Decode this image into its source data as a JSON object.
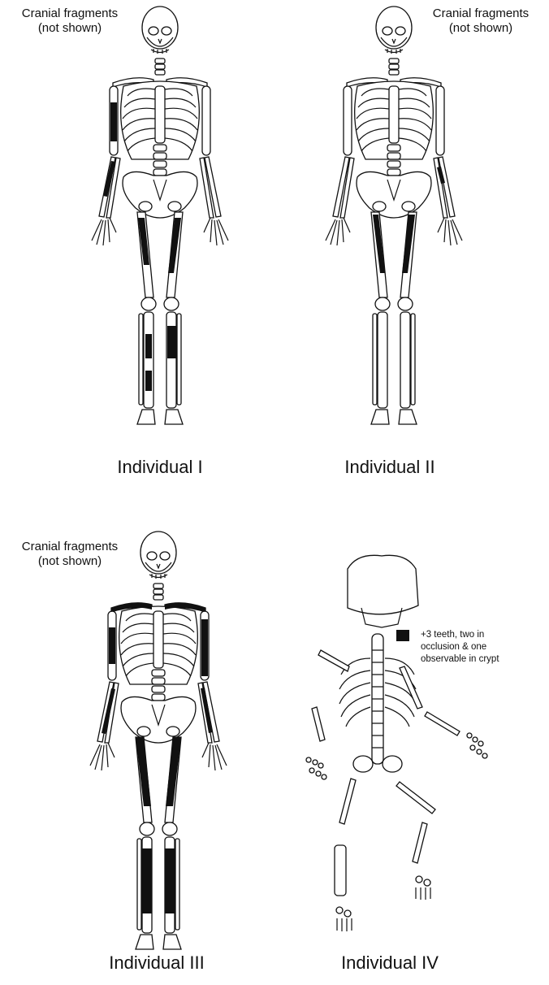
{
  "figure": {
    "panels": [
      {
        "caption": "Individual I",
        "note_line1": "Cranial fragments",
        "note_line2": "(not shown)"
      },
      {
        "caption": "Individual II",
        "note_line1": "Cranial fragments",
        "note_line2": "(not shown)"
      },
      {
        "caption": "Individual III",
        "note_line1": "Cranial fragments",
        "note_line2": "(not shown)"
      },
      {
        "caption": "Individual IV",
        "note_line1": "+3 teeth, two in",
        "note_line2": "occlusion & one",
        "note_line3": "observable in crypt"
      }
    ],
    "colors": {
      "outline": "#111111",
      "present_bone": "#111111",
      "background": "#ffffff"
    }
  }
}
